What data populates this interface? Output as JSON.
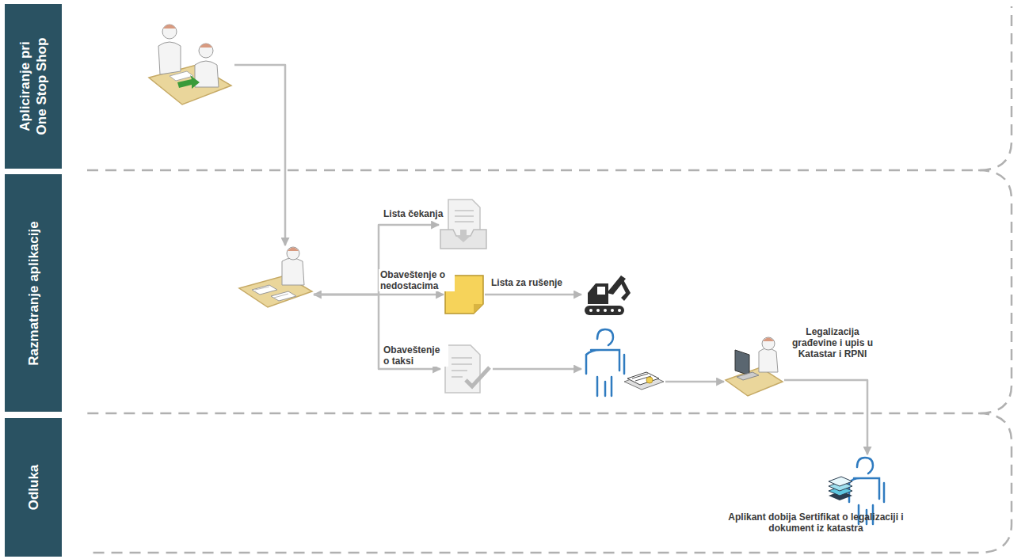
{
  "diagram": {
    "nodes": [
      {
        "text": [
          "Apliciranje pri One Stop Shop"
        ]
      },
      {
        "text": [
          "Razmatranje aplikacije"
        ]
      },
      {
        "text": [
          "Odluka"
        ]
      },
      {
        "text": [],
        "in": 0
      },
      {
        "text": [],
        "in": 1
      },
      {
        "text": [],
        "in": 1
      },
      {
        "text": [],
        "in": 1
      },
      {
        "text": [],
        "in": 1
      },
      {
        "text": [],
        "in": 1
      },
      {
        "text": [],
        "in": 1
      },
      {
        "text": [
          "Legalizacija građevine i upis u Katastar i RPNI"
        ],
        "in": 1
      },
      {
        "text": [
          "Aplikant dobija Sertifikat o legalizaciji i dokument iz katastra"
        ],
        "in": 2
      }
    ],
    "edges": [
      {
        "from": 3,
        "to": 4,
        "arrow": "to"
      },
      {
        "from": 4,
        "to": 5,
        "label": "Lista čekanja",
        "arrow": "to"
      },
      {
        "from": 4,
        "to": 6,
        "label": "Obaveštenje o nedostacima",
        "arrow": "both"
      },
      {
        "from": 6,
        "to": 7,
        "label": "Lista za rušenje",
        "arrow": "to"
      },
      {
        "from": 4,
        "to": 8,
        "label": "Obaveštenje o taksi",
        "arrow": "to"
      },
      {
        "from": 8,
        "to": 9,
        "arrow": "to"
      },
      {
        "from": 9,
        "to": 10,
        "arrow": "to"
      },
      {
        "from": 10,
        "to": 11,
        "arrow": "to"
      }
    ]
  }
}
